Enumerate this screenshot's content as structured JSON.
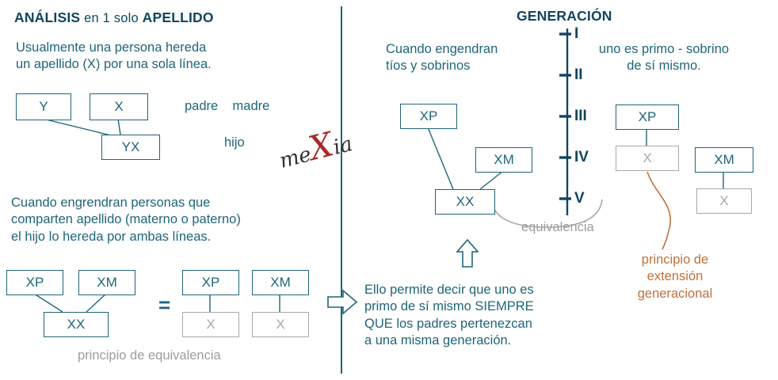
{
  "colors": {
    "title_navy": "#11455f",
    "teal": "#1f6579",
    "gray": "#9d9d9d",
    "orange": "#c0713a",
    "logo_red": "#a62b2b"
  },
  "left": {
    "title": {
      "bold1": "ANÁLISIS",
      "mid": " en 1 solo ",
      "bold2": "APELLIDO"
    },
    "para1": "Usualmente una persona hereda\nun apellido (X) por una sola línea.",
    "labels": {
      "parents": "padre    madre",
      "child": "hijo"
    },
    "tree_single": {
      "parent_left": "Y",
      "parent_right": "X",
      "child": "YX"
    },
    "para2": "Cuando engrendran personas que\ncomparten apellido (materno o paterno)\nel hijo lo hereda por ambas líneas.",
    "tree_shared": {
      "parent_left": "XP",
      "parent_right": "XM",
      "child": "XX"
    },
    "equals": "=",
    "tree_equiv": {
      "parent_left": "XP",
      "parent_right": "XM",
      "child_left": "X",
      "child_right": "X"
    },
    "caption": "principio de equivalencia"
  },
  "logo": {
    "pre": "me",
    "x": "X",
    "post": "ia"
  },
  "right": {
    "title": "GENERACIÓN",
    "timeline": [
      "I",
      "II",
      "III",
      "IV",
      "V"
    ],
    "note_left": "Cuando engendran\ntíos y sobrinos",
    "note_right": "uno es primo - sobrino\nde sí mismo.",
    "tree": {
      "parent_left": "XP",
      "parent_right": "XM",
      "child": "XX"
    },
    "pair_left": {
      "parent": "XP",
      "child": "X"
    },
    "pair_right": {
      "parent": "XM",
      "child": "X"
    },
    "equivalence_label": "equivalencia",
    "principle": "principio de\nextensión\ngeneracional",
    "explanation": "Ello permite decir que uno es\nprimo de sí mismo SIEMPRE\nQUE los padres pertenezcan\na una misma generación."
  }
}
